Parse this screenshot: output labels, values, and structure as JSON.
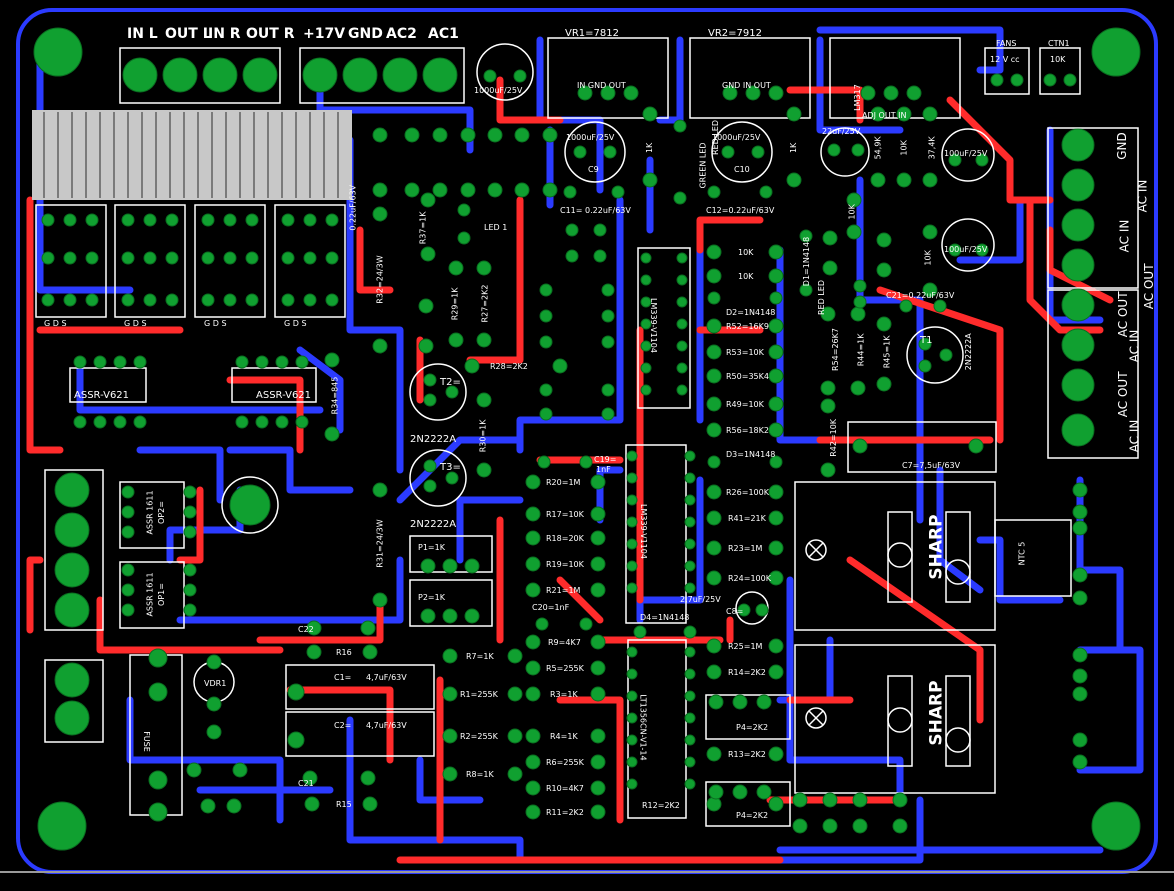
{
  "colors": {
    "background": "#000000",
    "top_copper": "#ff2b2b",
    "bottom_copper": "#2b3bff",
    "pad": "#10a030",
    "silkscreen": "#ffffff",
    "heatsink": "#c8c8c8"
  },
  "connectors": {
    "audio": {
      "in_l": "IN L",
      "out_l": "OUT L",
      "in_r": "IN R",
      "out_r": "OUT R"
    },
    "power": {
      "v17": "+17V",
      "gnd": "GND",
      "ac2": "AC2",
      "ac1": "AC1"
    },
    "fans": {
      "title": "FANS",
      "sub": "12 V cc"
    },
    "ctn1": {
      "title": "CTN1",
      "sub": "10K"
    },
    "right_side": [
      "GND",
      "AC IN",
      "AC IN",
      "AC OUT",
      "AC OUT",
      "AC IN",
      "AC OUT",
      "AC IN"
    ]
  },
  "regulators": {
    "vr1": "VR1=7812",
    "vr2": "VR2=7912",
    "vr3": "LM317",
    "pins_vr1": "IN GND OUT",
    "pins_vr2": "GND IN OUT",
    "pins_vr3": "ADJ OUT IN"
  },
  "capacitors": {
    "c_main": "1000uF/25V",
    "c9": "1000uF/25V",
    "c9_name": "C9",
    "c10": "1000uF/25V",
    "c10_name": "C10",
    "c_22u": "22uF/25V",
    "c_100u_a": "100uF/25V",
    "c_100u_b": "100uF/25V",
    "c11": "C11= 0.22uF/63V",
    "c12": "C12=0.22uF/63V",
    "c21b": "C21=0.22uF/63V",
    "c_022": "0.22uF/63V",
    "c7": "C7=7,5uF/63V",
    "c19": "C19=",
    "c19v": "1nF",
    "c20": "C20=1nF",
    "c8_val": "2,7uF/25V",
    "c8": "C8=",
    "c1": "C1=",
    "c1v": "4,7uF/63V",
    "c2": "C2=",
    "c2v": "4,7uF/63V",
    "c21": "C21",
    "c22": "C22"
  },
  "resistors": {
    "r37": "R37=1K",
    "r32": "R32=24/3W",
    "r29": "R29=1K",
    "r27": "R27=2K2",
    "r28": "R28=2K2",
    "r34": "R34=845",
    "r30": "R30=1K",
    "r31": "R31=24/3W",
    "r20": "R20=1M",
    "r17": "R17=10K",
    "r18": "R18=20K",
    "r19": "R19=10K",
    "r21": "R21=1M",
    "r9": "R9=4K7",
    "r5": "R5=255K",
    "r3": "R3=1K",
    "r4": "R4=1K",
    "r6": "R6=255K",
    "r10": "R10=4K7",
    "r11": "R11=2K2",
    "r7": "R7=1K",
    "r1": "R1=255K",
    "r2": "R2=255K",
    "r8": "R8=1K",
    "r16": "R16",
    "r15": "R15",
    "r12": "R12=2K2",
    "r13": "R13=2K2",
    "r14": "R14=2K2",
    "r25": "R25=1M",
    "r24": "R24=100K",
    "r23": "R23=1M",
    "r41": "R41=21K",
    "r26": "R26=100K",
    "r56": "R56=18K2",
    "r49": "R49=10K",
    "r50": "R50=35K4",
    "r53": "R53=10K",
    "r52": "R52=16K9",
    "r10k_a": "10K",
    "r10k_b": "10K",
    "r42": "R42=10K",
    "r54": "R54=26K7",
    "r44": "R44=1K",
    "r45": "R45=1K",
    "r549": "54,9K",
    "r10k_c": "10K",
    "r374": "37,4K",
    "r10k_d": "10K",
    "r10k_e": "10K",
    "r1k_a": "1K",
    "r1k_b": "1K",
    "p1": "P1=1K",
    "p2": "P2=1K",
    "p4a": "P4=2K2",
    "p4b": "P4=2K2"
  },
  "semis": {
    "t2": "T2=",
    "t3": "T3=",
    "t1": "T1",
    "t_2n2222a_1": "2N2222A",
    "t_2n2222a_2": "2N2222A",
    "t_2n2222a_3": "2N2222A",
    "d1": "D1=1N4148",
    "d2": "D2=1N4148",
    "d3": "D3=1N4148",
    "d4": "D4=1N4148",
    "led1": "LED 1",
    "green_led": "GREEN LED",
    "red_led": "RED LED",
    "red_led2": "RED LED",
    "ic_lm339": "LM339-V1104",
    "ic_lm339b": "LM339-V1104",
    "ic_lt1356": "LT1356CN-V1-14",
    "assr1": "ASSR-V621",
    "assr2": "ASSR-V621",
    "assr3": "ASSR 1611",
    "op2": "OP2=",
    "assr4": "ASSR 1611",
    "op1": "OP1=",
    "sharp1": "SHARP",
    "sharp2": "SHARP",
    "ntc": "NTC 5",
    "vdr": "VDR1",
    "fuse": "FUSE",
    "gds": "G D S"
  }
}
